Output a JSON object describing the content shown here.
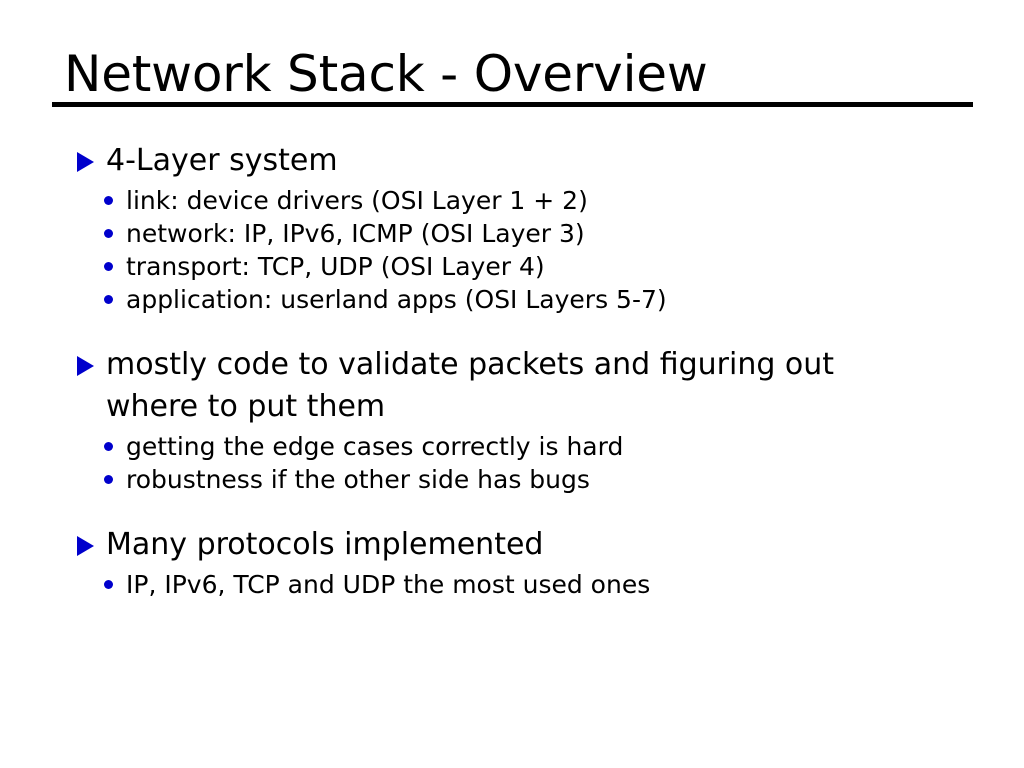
{
  "slide": {
    "title": "Network Stack - Overview",
    "accent_color": "#0000cc",
    "text_color": "#000000",
    "background_color": "#ffffff",
    "rule_color": "#000000",
    "bullet_level1_icon": "triangle-right-icon",
    "bullet_level2_icon": "dot-icon",
    "groups": [
      {
        "heading": "4-Layer system",
        "items": [
          "link: device drivers (OSI Layer 1 + 2)",
          "network: IP, IPv6, ICMP (OSI Layer 3)",
          "transport: TCP, UDP (OSI Layer 4)",
          "application: userland apps (OSI Layers 5-7)"
        ]
      },
      {
        "heading": "mostly code to validate packets and figuring out where to put them",
        "items": [
          "getting the edge cases correctly is hard",
          "robustness if the other side has bugs"
        ]
      },
      {
        "heading": "Many protocols implemented",
        "items": [
          "IP, IPv6, TCP and UDP the most used ones"
        ]
      }
    ]
  }
}
